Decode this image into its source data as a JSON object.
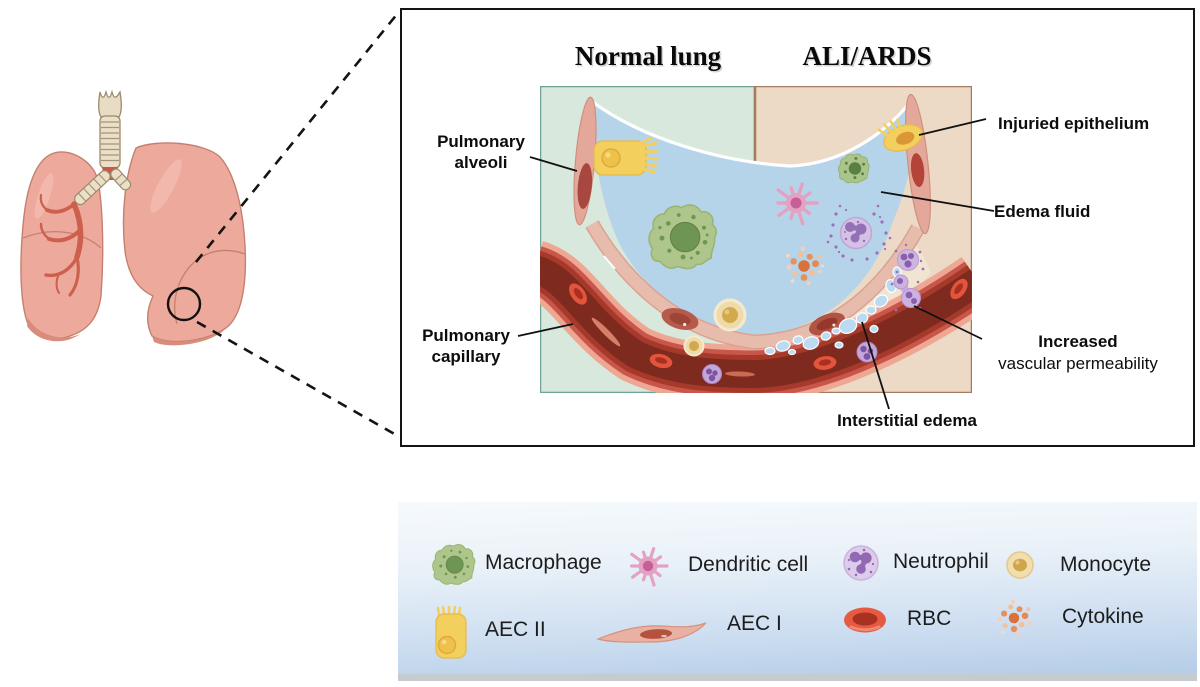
{
  "panel": {
    "normal_title": "Normal lung",
    "ards_title": "ALI/ARDS"
  },
  "annotations": {
    "pulmonary_alveoli": [
      "Pulmonary",
      "alveoli"
    ],
    "pulmonary_capillary": [
      "Pulmonary",
      "capillary"
    ],
    "injured_epithelium": "Injuried epithelium",
    "edema_fluid": "Edema fluid",
    "increased_permeability": [
      "Increased",
      "vascular permeability"
    ],
    "interstitial_edema": "Interstitial edema"
  },
  "legend": {
    "items": [
      {
        "label": "Macrophage",
        "icon": "macrophage-icon"
      },
      {
        "label": "Dendritic cell",
        "icon": "dendritic-cell-icon"
      },
      {
        "label": "Neutrophil",
        "icon": "neutrophil-icon"
      },
      {
        "label": "Monocyte",
        "icon": "monocyte-icon"
      },
      {
        "label": "AEC II",
        "icon": "aec2-icon"
      },
      {
        "label": "AEC I",
        "icon": "aec1-icon"
      },
      {
        "label": "RBC",
        "icon": "rbc-icon"
      },
      {
        "label": "Cytokine",
        "icon": "cytokine-icon"
      }
    ]
  },
  "colors": {
    "normal_bg": "#d9e8dc",
    "ards_bg": "#ecdac7",
    "edema_fluid": "#b6d4e9",
    "capillary_dark": "#7f2a1f",
    "capillary_red": "#c8564a",
    "capillary_rim": "#eda793",
    "alveolar_wall": "#e7bcad",
    "macrophage": "#aec68b",
    "dendritic": "#e4a2c2",
    "neutrophil": "#d4c1e5",
    "monocyte": "#efdbaa",
    "aec2_yellow": "#f3cf5e",
    "rbc": "#e2543c",
    "cytokine": "#e5894e",
    "lung_pink": "#eda99c",
    "legend_gradient_bottom": "#b5cde7"
  }
}
